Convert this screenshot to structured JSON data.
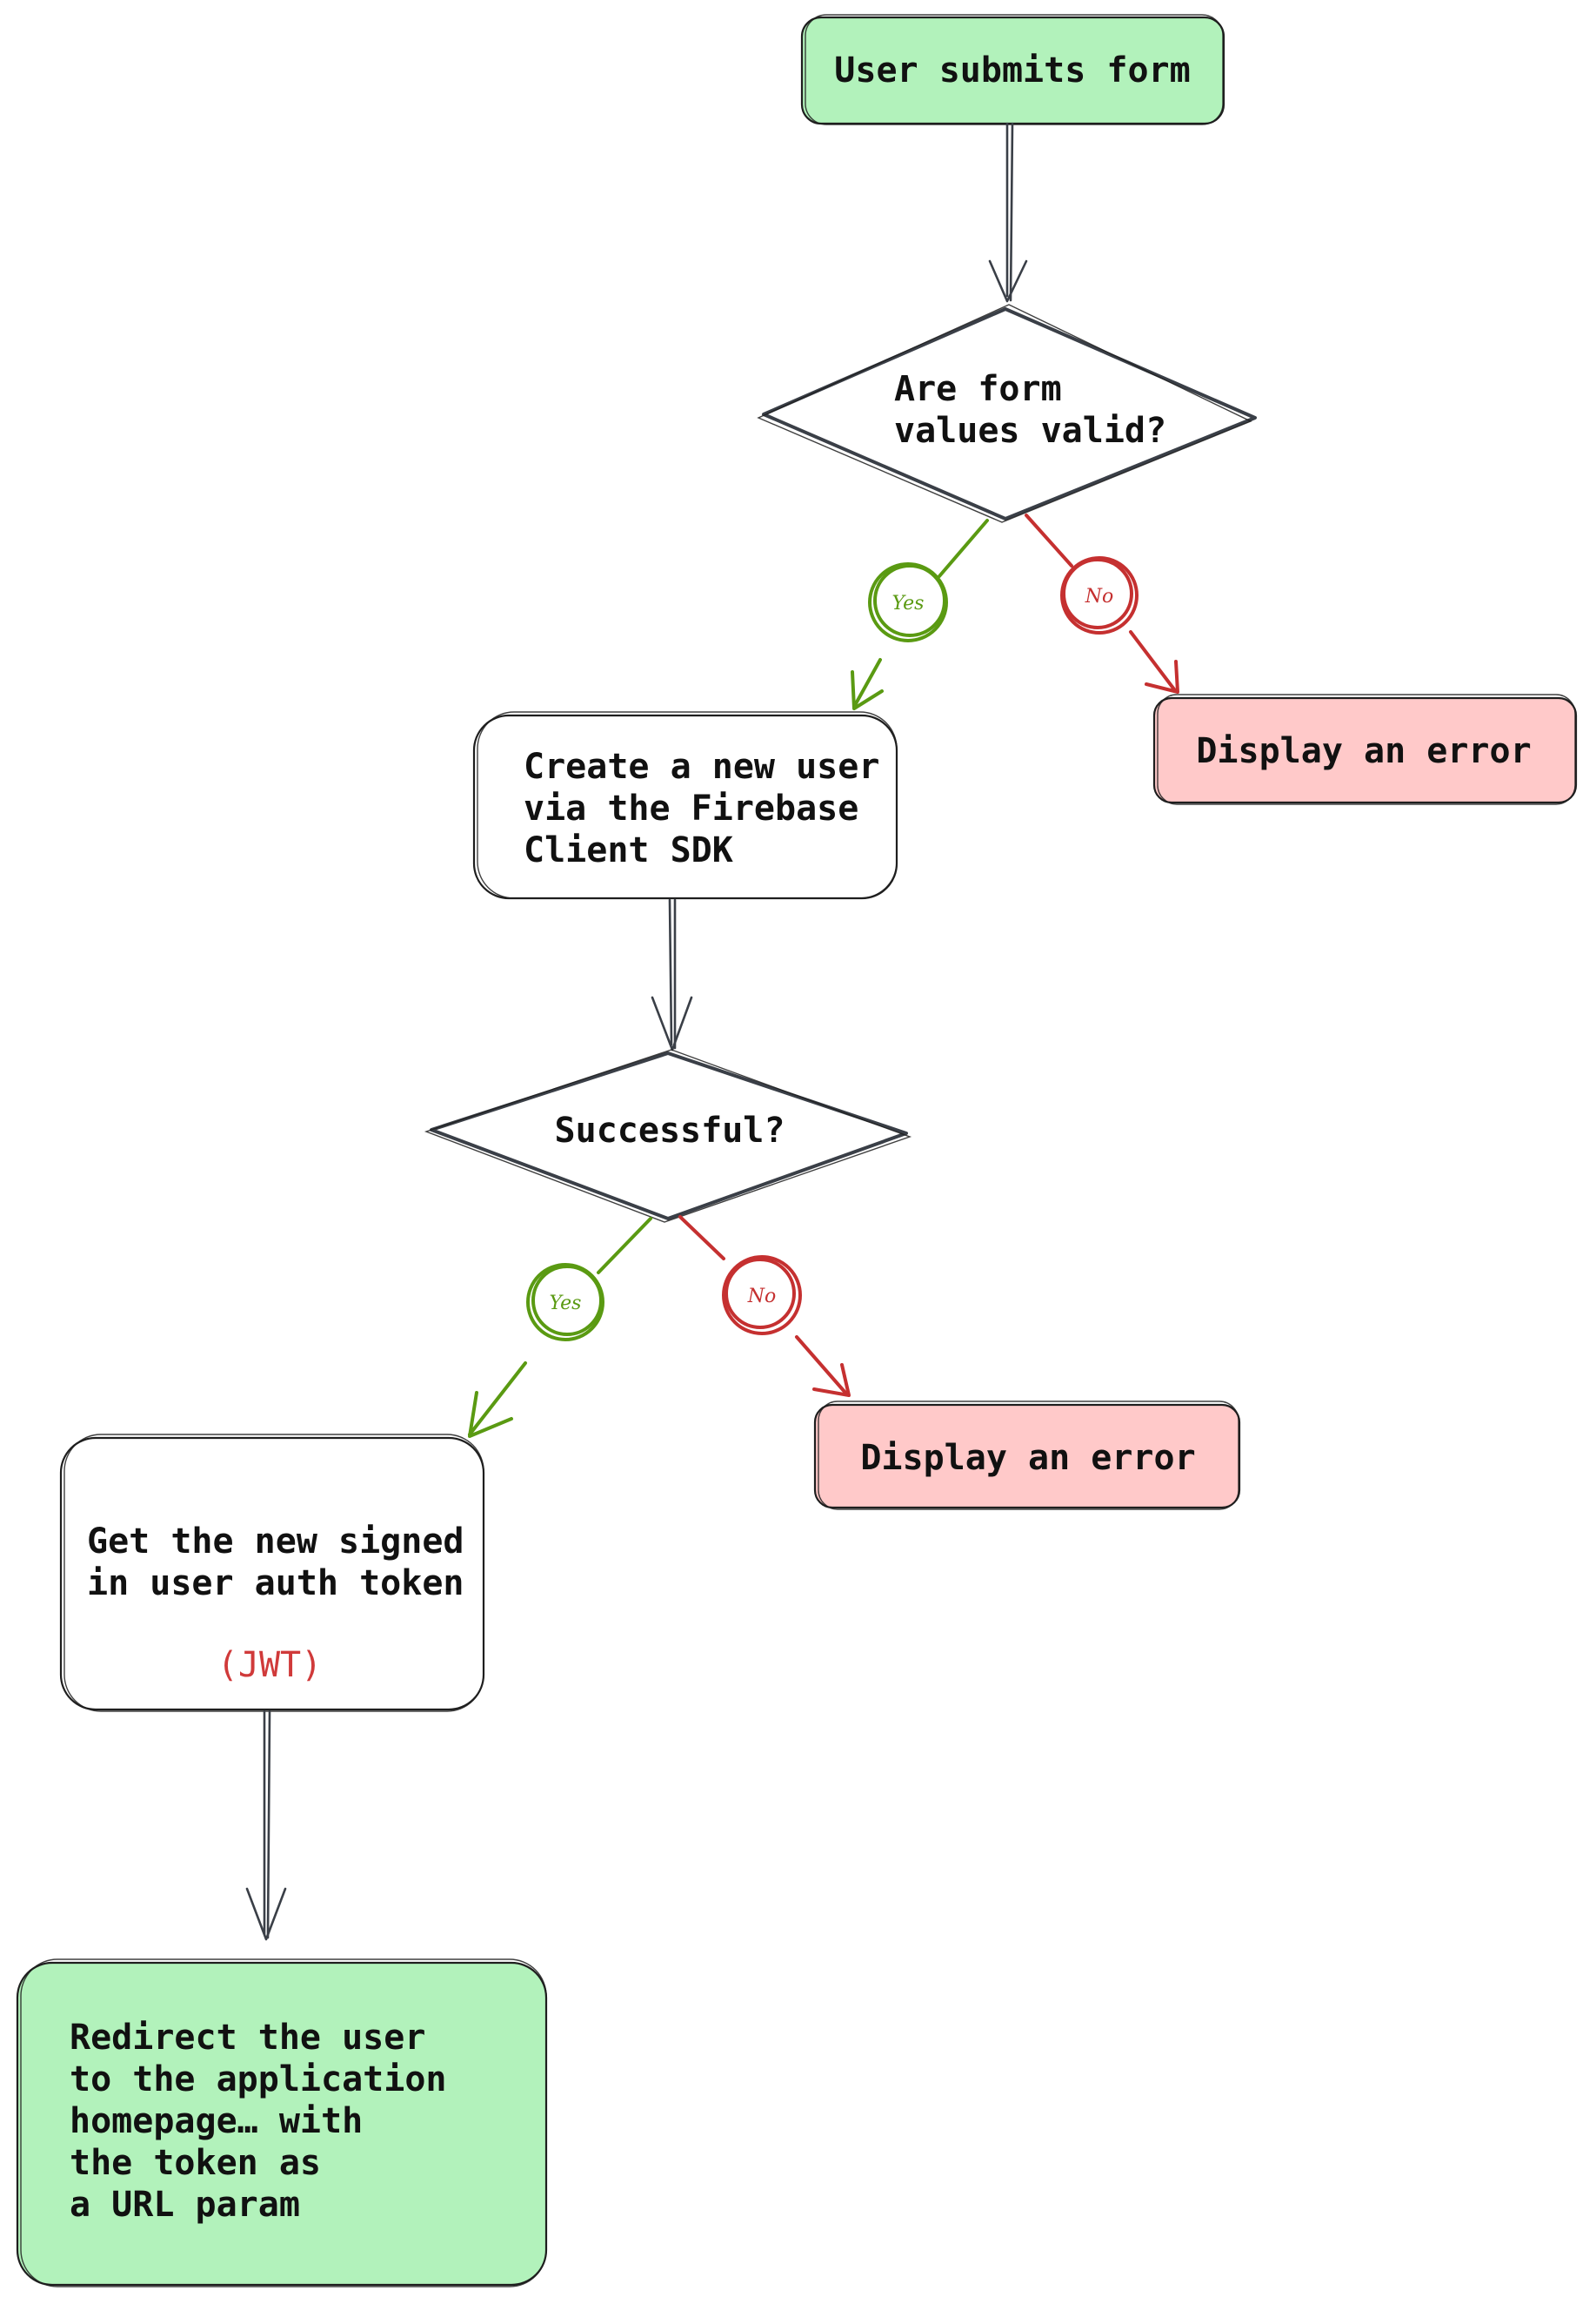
{
  "nodes": {
    "start": {
      "lines": [
        "User submits form"
      ]
    },
    "decision_valid": {
      "lines": [
        "Are form",
        "values valid?"
      ]
    },
    "error_1": {
      "lines": [
        "Display an error"
      ]
    },
    "create_user": {
      "lines": [
        "Create a new user",
        "via the Firebase",
        "Client SDK"
      ]
    },
    "decision_success": {
      "lines": [
        "Successful?"
      ]
    },
    "error_2": {
      "lines": [
        "Display an error"
      ]
    },
    "get_token": {
      "lines": [
        "Get the new signed",
        "in user auth token"
      ],
      "note": "(JWT)"
    },
    "redirect": {
      "lines": [
        "Redirect the user",
        "to the application",
        "homepage…  with",
        "the token as",
        "a URL param"
      ]
    }
  },
  "branches": {
    "valid_yes": "Yes",
    "valid_no": "No",
    "success_yes": "Yes",
    "success_no": "No"
  },
  "colors": {
    "start_fill": "#b2f2bb",
    "end_fill": "#b2f2bb",
    "error_fill": "#ffc9c9",
    "yes_stroke": "#5a9a12",
    "no_stroke": "#c53030",
    "jwt_text": "#d03a3a"
  }
}
